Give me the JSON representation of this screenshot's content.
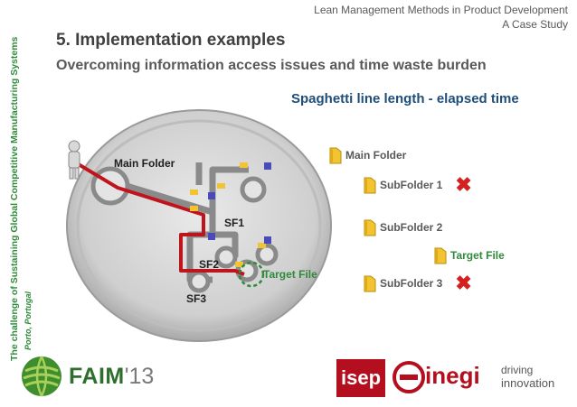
{
  "header": {
    "line1": "Lean Management Methods in Product Development",
    "line2": "A Case Study"
  },
  "section": {
    "title": "5. Implementation examples",
    "subtitle": "Overcoming information access issues and time waste burden"
  },
  "sidebar": {
    "title": "The challenge of Sustaining Global Competitive Manufacturing Systems",
    "place": "Porto, Portugal"
  },
  "spaghetti": {
    "title": "Spaghetti line length - elapsed time"
  },
  "diagram": {
    "main_folder": "Main Folder",
    "sf1": "SF1",
    "sf2": "SF2",
    "sf3": "SF3",
    "target": "Target File"
  },
  "folders": {
    "main": "Main Folder",
    "sub1": "SubFolder 1",
    "sub2": "SubFolder 2",
    "target": "Target File",
    "sub3": "SubFolder 3"
  },
  "logos": {
    "faim": "FAIM",
    "faim_year": "'13",
    "isep": "isep",
    "inegi": "inegi",
    "tagline1": "driving",
    "tagline2": "innovation"
  },
  "colors": {
    "green": "#2e8b3a",
    "navy": "#1f4e79",
    "path_red": "#c0141c",
    "cross_red": "#d62020",
    "folder_yellow": "#f2c530"
  }
}
